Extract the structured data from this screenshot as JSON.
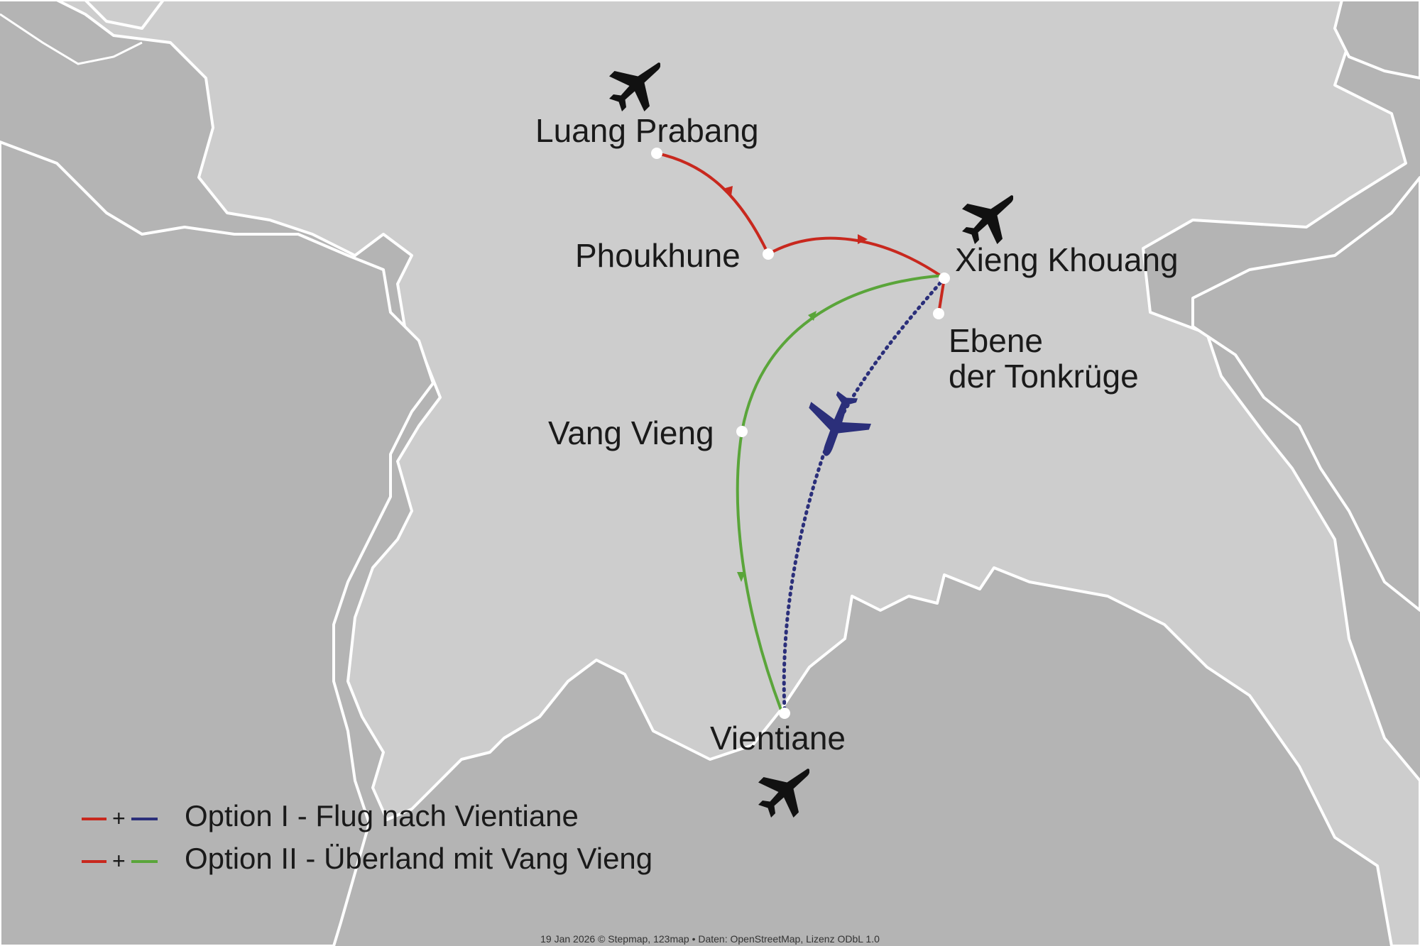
{
  "cities": {
    "luang_prabang": "Luang Prabang",
    "phoukhune": "Phoukhune",
    "xieng_khouang": "Xieng Khouang",
    "ebene_line1": "Ebene",
    "ebene_line2": "der Tonkrüge",
    "vang_vieng": "Vang Vieng",
    "vientiane": "Vientiane"
  },
  "legend": {
    "option1": {
      "label": "Option I  - Flug nach Vientiane",
      "color_a": "#c8281e",
      "color_b": "#2b2f7a"
    },
    "option2": {
      "label": "Option II - Überland mit Vang Vieng",
      "color_a": "#c8281e",
      "color_b": "#5aa53a"
    },
    "plus": "+"
  },
  "icons": {
    "airport": "airplane-icon",
    "flight": "airplane-icon"
  },
  "colors": {
    "land_laos": "#cdcdcd",
    "land_neighbors": "#b4b4b4",
    "border": "#ffffff",
    "route_red": "#c8281e",
    "route_green": "#5aa53a",
    "route_blue": "#2b2f7a"
  },
  "attribution": "19 Jan 2026 © Stepmap, 123map • Daten: OpenStreetMap, Lizenz ODbL 1.0"
}
